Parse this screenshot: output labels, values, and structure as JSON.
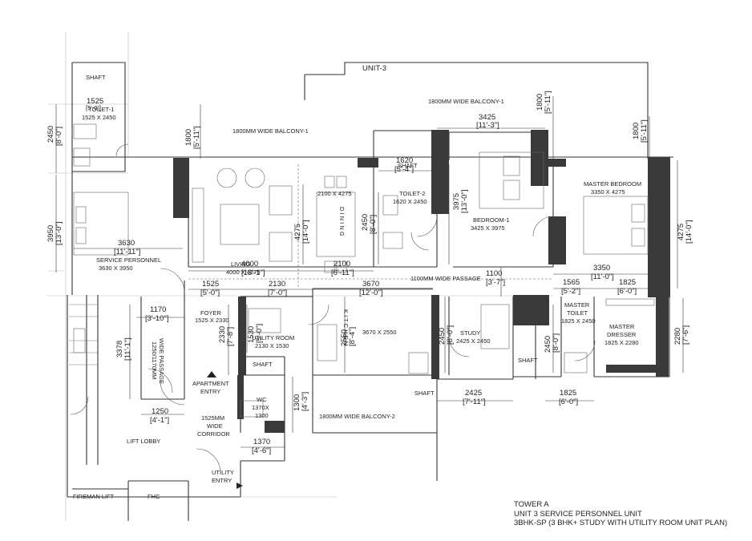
{
  "unit_label": "UNIT-3",
  "title_block": {
    "line1": "TOWER A",
    "line2": "UNIT 3 SERVICE PERSONNEL UNIT",
    "line3": "3BHK-SP (3 BHK+ STUDY WITH UTILITY ROOM UNIT PLAN)"
  },
  "rooms": {
    "shaft_top": "SHAFT",
    "toilet1_dim": "1525",
    "toilet1_imp": "[5'-0\"]",
    "toilet1_name": "TOILET-1",
    "toilet1_size": "1525 X 2450",
    "balcony_left": "1800MM WIDE BALCONY-1",
    "balcony_right": "1800MM WIDE BALCONY-1",
    "service_personnel": "SERVICE PERSONNEL",
    "service_personnel_size": "3630 X 3950",
    "living": "LIVING",
    "living_size": "4000 X 4275",
    "dining_size": "2100 X 4275",
    "dining": "D I N I N G",
    "toilet2": "TOILET-2",
    "toilet2_size": "1620 X 2450",
    "shaft_t2": "SHAFT",
    "bedroom1": "BEDROOM-1",
    "bedroom1_size": "3425 X 3975",
    "master_bedroom": "MASTER BEDROOM",
    "master_bedroom_size": "3350 X 4275",
    "passage": "1100MM WIDE PASSAGE",
    "foyer": "FOYER",
    "foyer_size": "1525 X 2330",
    "utility_room": "UTILITY ROOM",
    "utility_room_size": "2130 X 1530",
    "kitchen": "K I T C H E N",
    "kitchen_size": "3670 X 2550",
    "study": "STUDY",
    "study_size": "2425 X 2450",
    "master_toilet": "MASTER",
    "master_toilet2": "TOILET",
    "master_toilet_size": "1825 X 2450",
    "master_dresser": "MASTER",
    "master_dresser2": "DRESSER",
    "master_dresser_size": "1825 X 2280",
    "shaft_mid": "SHAFT",
    "shaft_kitchen": "SHAFT",
    "shaft_bottom": "SHAFT",
    "wide_passage": "1250/1170MM",
    "wide_passage2": "WIDE PASSAGE",
    "apartment_entry": "APARTMENT",
    "apartment_entry2": "ENTRY",
    "wc": "WC",
    "wc_size": "1370X",
    "wc_size2": "1300",
    "corridor": "1525MM",
    "corridor2": "WIDE",
    "corridor3": "CORRIDOR",
    "balcony2": "1800MM WIDE  BALCONY-2",
    "lift_lobby": "LIFT LOBBY",
    "utility_entry": "UTILITY",
    "utility_entry2": "ENTRY",
    "fireman_lift": "FIREMAN LIFT",
    "fhc": "FHC"
  },
  "dimensions": {
    "d2450_left": "2450",
    "d2450_left_imp": "[8'-0\"]",
    "d1800_a": "1800",
    "d1800_a_imp": "[5'-11\"]",
    "d3950": "3950",
    "d3950_imp": "[13'-0\"]",
    "d3630": "3630",
    "d3630_imp": "[11'-11\"]",
    "d1800_b": "1800",
    "d1800_b_imp": "[5'-11\"]",
    "d3425": "3425",
    "d3425_imp": "[11'-3\"]",
    "d1800_c": "1800",
    "d1800_c_imp": "[5'-11\"]",
    "d1620": "1620",
    "d1620_imp": "[5'-4\"]",
    "d3975": "3975",
    "d3975_imp": "[13'-0\"]",
    "d4275_mid": "4275",
    "d4275_mid_imp": "[14'-0\"]",
    "d2450_t2": "2450",
    "d2450_t2_imp": "[8'-0\"]",
    "d4275_right": "4275",
    "d4275_right_imp": "[14'-0\"]",
    "d4000": "4000",
    "d4000_imp": "[13'-1\"]",
    "d2100": "2100",
    "d2100_imp": "[6'-11\"]",
    "d3350": "3350",
    "d3350_imp": "[11'-0\"]",
    "d1100": "1100",
    "d1100_imp": "[3'-7\"]",
    "d1525": "1525",
    "d1525_imp": "[5'-0\"]",
    "d2130": "2130",
    "d2130_imp": "[7'-0\"]",
    "d3670": "3670",
    "d3670_imp": "[12'-0\"]",
    "d1565": "1565",
    "d1565_imp": "[5'-2\"]",
    "d1825_a": "1825",
    "d1825_a_imp": "[6'-0\"]",
    "d1170": "1170",
    "d1170_imp": "[3'-10\"]",
    "d3378": "3378",
    "d3378_imp": "[11'-1\"]",
    "d2330": "2330",
    "d2330_imp": "[7'-8\"]",
    "d1530": "1530",
    "d1530_imp": "[5'-0\"]",
    "d2550": "2550",
    "d2550_imp": "[8'-4\"]",
    "d2450_study": "2450",
    "d2450_study_imp": "[8'-0\"]",
    "d2450_mt": "2450",
    "d2450_mt_imp": "[8'-0\"]",
    "d2280": "2280",
    "d2280_imp": "[7'-6\"]",
    "d2425": "2425",
    "d2425_imp": "[7'-11\"]",
    "d1825_b": "1825",
    "d1825_b_imp": "[6'-0\"]",
    "d1300": "1300",
    "d1300_imp": "[4'-3\"]",
    "d1250": "1250",
    "d1250_imp": "[4'-1\"]",
    "d1370": "1370",
    "d1370_imp": "[4'-6\"]"
  }
}
